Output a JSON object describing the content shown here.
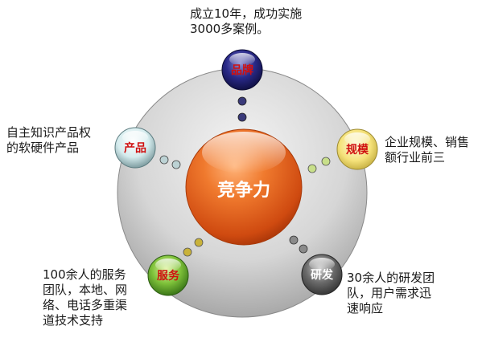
{
  "center": {
    "label": "竞争力"
  },
  "nodes": [
    {
      "id": "brand",
      "label": "品牌",
      "label_color": "#d01010",
      "description": [
        "成立10年，成功实施",
        "3000多案例。"
      ]
    },
    {
      "id": "scale",
      "label": "规模",
      "label_color": "#d01010",
      "description": [
        "企业规模、销售",
        "额行业前三"
      ]
    },
    {
      "id": "rnd",
      "label": "研发",
      "label_color": "#ffffff",
      "description": [
        "30余人的研发团",
        "队，用户需求迅",
        "速响应"
      ]
    },
    {
      "id": "service",
      "label": "服务",
      "label_color": "#d01010",
      "description": [
        "100余人的服务",
        "团队，本地、网",
        "络、电话多重渠",
        "道技术支持"
      ]
    },
    {
      "id": "product",
      "label": "产品",
      "label_color": "#d01010",
      "description": [
        "自主知识产品权",
        "的软硬件产品"
      ]
    }
  ],
  "colors": {
    "center": "#e2541a",
    "brand": "#1a1a6e",
    "scale": "#f3e48a",
    "rnd": "#5a5a5a",
    "service": "#5fa62c",
    "product": "#cfe6e8"
  }
}
